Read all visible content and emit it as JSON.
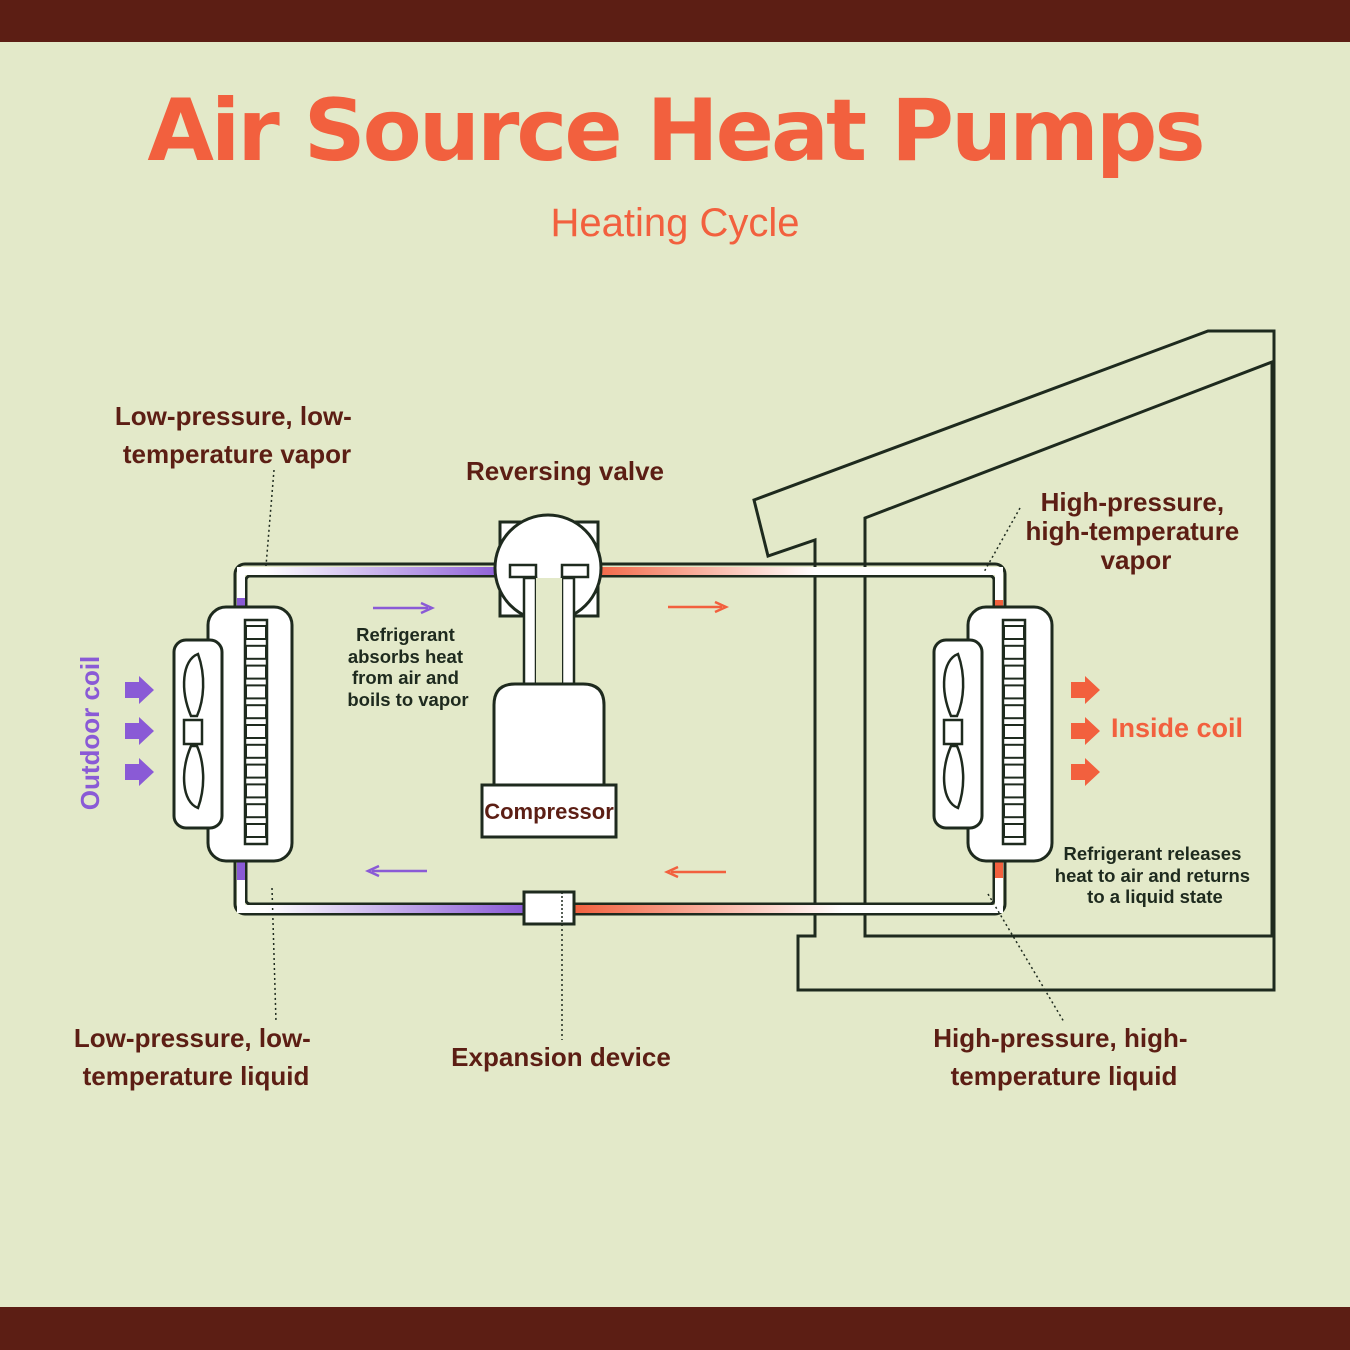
{
  "title": "Air Source Heat Pumps",
  "subtitle": "Heating Cycle",
  "labels": {
    "low_vapor_1": "Low-pressure, low-",
    "low_vapor_2": "temperature vapor",
    "reversing_valve": "Reversing valve",
    "high_vapor_1": "High-pressure,",
    "high_vapor_2": "high-temperature",
    "high_vapor_3": "vapor",
    "absorbs_1": "Refrigerant",
    "absorbs_2": "absorbs heat",
    "absorbs_3": "from air and",
    "absorbs_4": "boils to vapor",
    "compressor": "Compressor",
    "outdoor_coil": "Outdoor coil",
    "inside_coil": "Inside coil",
    "releases_1": "Refrigerant releases",
    "releases_2": "heat to air and returns",
    "releases_3": "to a liquid state",
    "low_liquid_1": "Low-pressure, low-",
    "low_liquid_2": "temperature liquid",
    "expansion_device": "Expansion device",
    "high_liquid_1": "High-pressure, high-",
    "high_liquid_2": "temperature liquid"
  },
  "colors": {
    "background": "#e3e9c9",
    "band": "#5c1e14",
    "accent_orange": "#f2603e",
    "accent_purple": "#8a5ad6",
    "text_dark": "#5c1e14",
    "outline": "#1e2a1e"
  },
  "icons": [
    "fan-icon",
    "arrow-right-icon",
    "flow-arrow-icon",
    "house-outline"
  ]
}
